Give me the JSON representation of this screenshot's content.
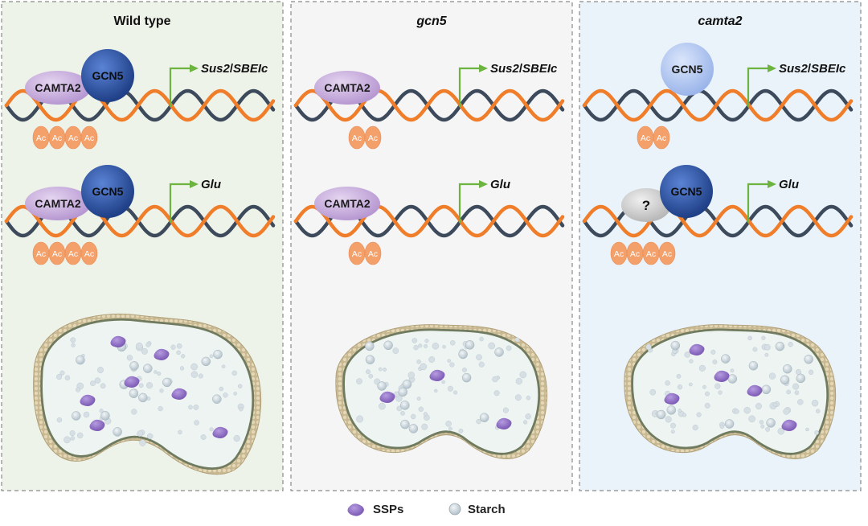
{
  "panels": [
    {
      "title": "Wild type",
      "title_italic": false,
      "bg": "#eef3e9",
      "rows": [
        {
          "gene": "Sus2",
          "gene_sep": "/",
          "gene2": "SBEIc",
          "proteins": [
            "CAMTA2",
            "GCN5"
          ],
          "ac_count": 4
        },
        {
          "gene": "Glu",
          "gene_sep": "",
          "gene2": "",
          "proteins": [
            "CAMTA2",
            "GCN5"
          ],
          "ac_count": 4
        }
      ],
      "ssp_count": 7
    },
    {
      "title": "gcn5",
      "title_italic": true,
      "bg": "#f5f5f5",
      "rows": [
        {
          "gene": "Sus2",
          "gene_sep": "/",
          "gene2": "SBEIc",
          "proteins": [
            "CAMTA2"
          ],
          "ac_count": 2
        },
        {
          "gene": "Glu",
          "gene_sep": "",
          "gene2": "",
          "proteins": [
            "CAMTA2"
          ],
          "ac_count": 2
        }
      ],
      "ssp_count": 3
    },
    {
      "title": "camta2",
      "title_italic": true,
      "bg": "#eaf3fa",
      "rows": [
        {
          "gene": "Sus2",
          "gene_sep": "/",
          "gene2": "SBEIc",
          "proteins": [
            "GCN5"
          ],
          "ac_count": 2
        },
        {
          "gene": "Glu",
          "gene_sep": "",
          "gene2": "",
          "proteins": [
            "?",
            "GCN5"
          ],
          "ac_count": 4
        }
      ],
      "ssp_count": 5
    }
  ],
  "ac_label": "Ac",
  "legend": {
    "ssp": "SSPs",
    "starch": "Starch"
  },
  "colors": {
    "strand_dark": "#3d4a5c",
    "strand_orange": "#ef7d2a",
    "arrow": "#6db33f",
    "ac": "#f3a06b",
    "camta2": "#c7a8dc",
    "gcn5": "#2a4f9c",
    "gcn5_faded": "#a9c1ef",
    "unknown": "#c8c8c8",
    "ssp": "#8d6bc0",
    "starch": "#c3cfd6",
    "seed_coat": "#c7b690",
    "seed_inner": "#6f7a5e",
    "seed_fill": "#eef4f2"
  }
}
